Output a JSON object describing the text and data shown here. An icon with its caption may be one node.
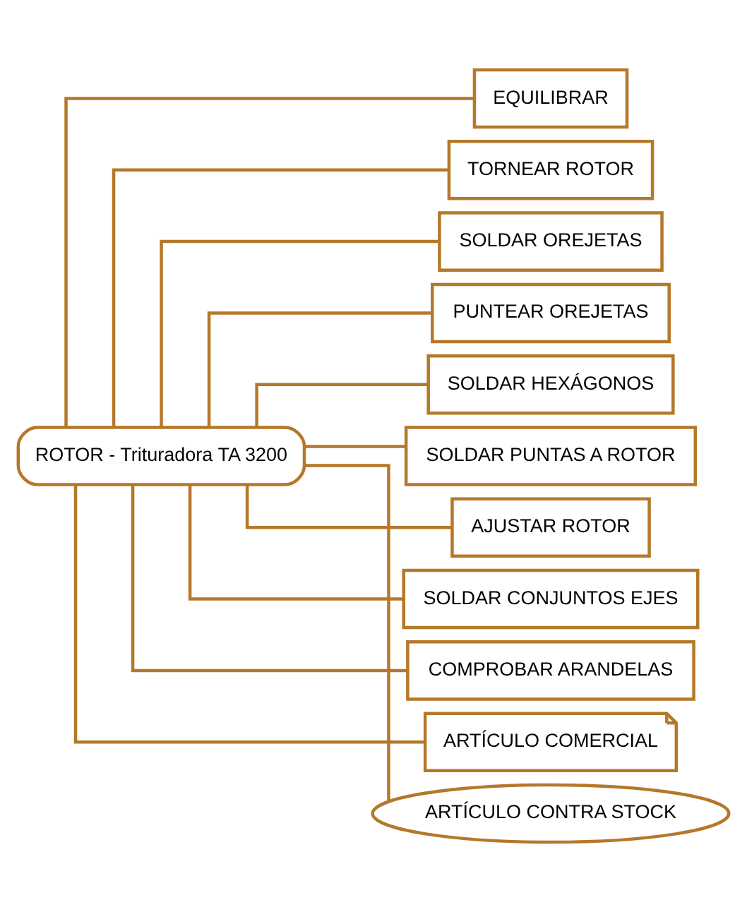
{
  "diagram": {
    "nodes": [
      {
        "text": [
          "ROTOR - Trituradora TA 3200"
        ]
      },
      {
        "text": [
          "EQUILIBRAR"
        ]
      },
      {
        "text": [
          "TORNEAR ROTOR"
        ]
      },
      {
        "text": [
          "SOLDAR OREJETAS"
        ]
      },
      {
        "text": [
          "PUNTEAR OREJETAS"
        ]
      },
      {
        "text": [
          "SOLDAR HEXÁGONOS"
        ]
      },
      {
        "text": [
          "SOLDAR PUNTAS A ROTOR"
        ]
      },
      {
        "text": [
          "AJUSTAR ROTOR"
        ]
      },
      {
        "text": [
          "SOLDAR CONJUNTOS EJES"
        ]
      },
      {
        "text": [
          "COMPROBAR ARANDELAS"
        ]
      },
      {
        "text": [
          "ARTÍCULO COMERCIAL"
        ]
      },
      {
        "text": [
          "ARTÍCULO CONTRA STOCK"
        ]
      }
    ],
    "edges": [
      {
        "from": 0,
        "to": 1,
        "arrow": "none"
      },
      {
        "from": 0,
        "to": 2,
        "arrow": "none"
      },
      {
        "from": 0,
        "to": 3,
        "arrow": "none"
      },
      {
        "from": 0,
        "to": 4,
        "arrow": "none"
      },
      {
        "from": 0,
        "to": 5,
        "arrow": "none"
      },
      {
        "from": 0,
        "to": 6,
        "arrow": "none"
      },
      {
        "from": 0,
        "to": 7,
        "arrow": "none"
      },
      {
        "from": 0,
        "to": 8,
        "arrow": "none"
      },
      {
        "from": 0,
        "to": 9,
        "arrow": "none"
      },
      {
        "from": 0,
        "to": 10,
        "arrow": "none"
      },
      {
        "from": 0,
        "to": 11,
        "arrow": "none"
      }
    ]
  }
}
